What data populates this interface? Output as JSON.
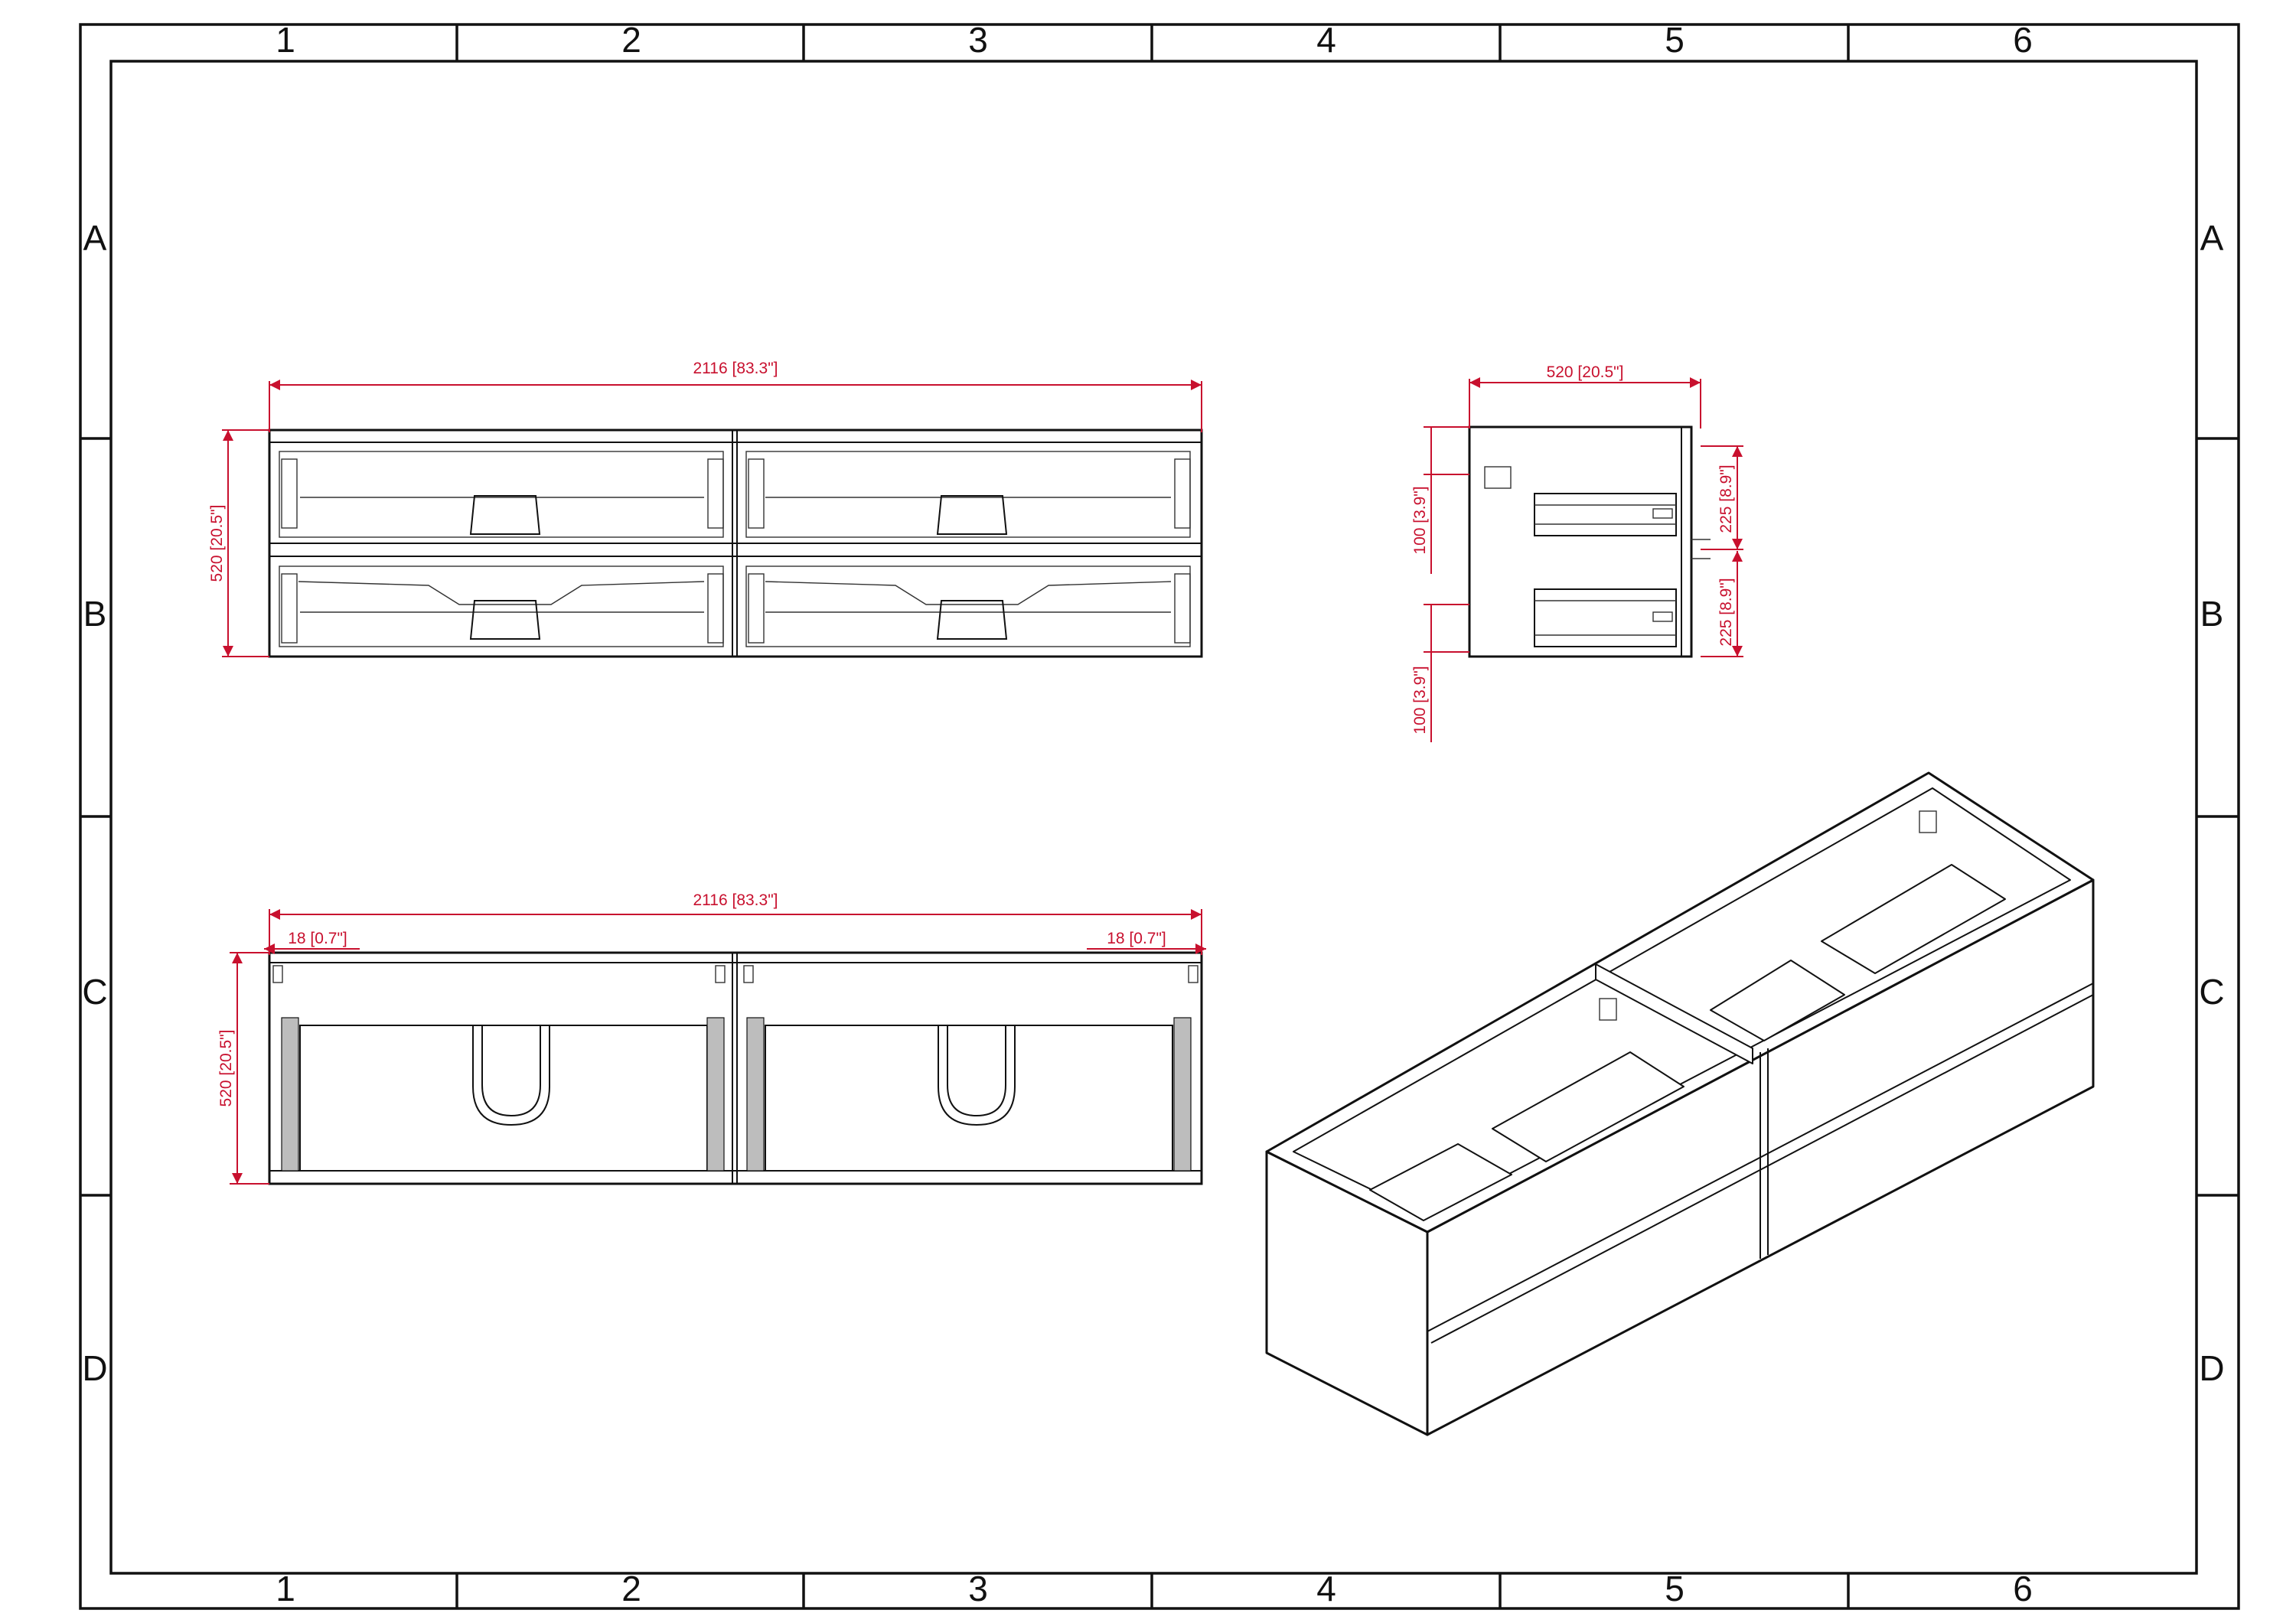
{
  "sheet": {
    "zone_columns": [
      "1",
      "2",
      "3",
      "4",
      "5",
      "6"
    ],
    "zone_rows": [
      "A",
      "B",
      "C",
      "D"
    ]
  },
  "front_view": {
    "width_label": "2116 [83.3\"]",
    "height_label": "520 [20.5\"]"
  },
  "side_view": {
    "depth_label": "520 [20.5\"]",
    "upper_gap_label": "100 [3.9\"]",
    "lower_gap_label": "100 [3.9\"]",
    "upper_drawer_label": "225 [8.9\"]",
    "lower_drawer_label": "225 [8.9\"]"
  },
  "top_view": {
    "width_label": "2116 [83.3\"]",
    "left_panel_label": "18 [0.7\"]",
    "right_panel_label": "18 [0.7\"]",
    "depth_label": "520 [20.5\"]"
  },
  "colors": {
    "dimension": "#c8102e",
    "line": "#111111"
  }
}
